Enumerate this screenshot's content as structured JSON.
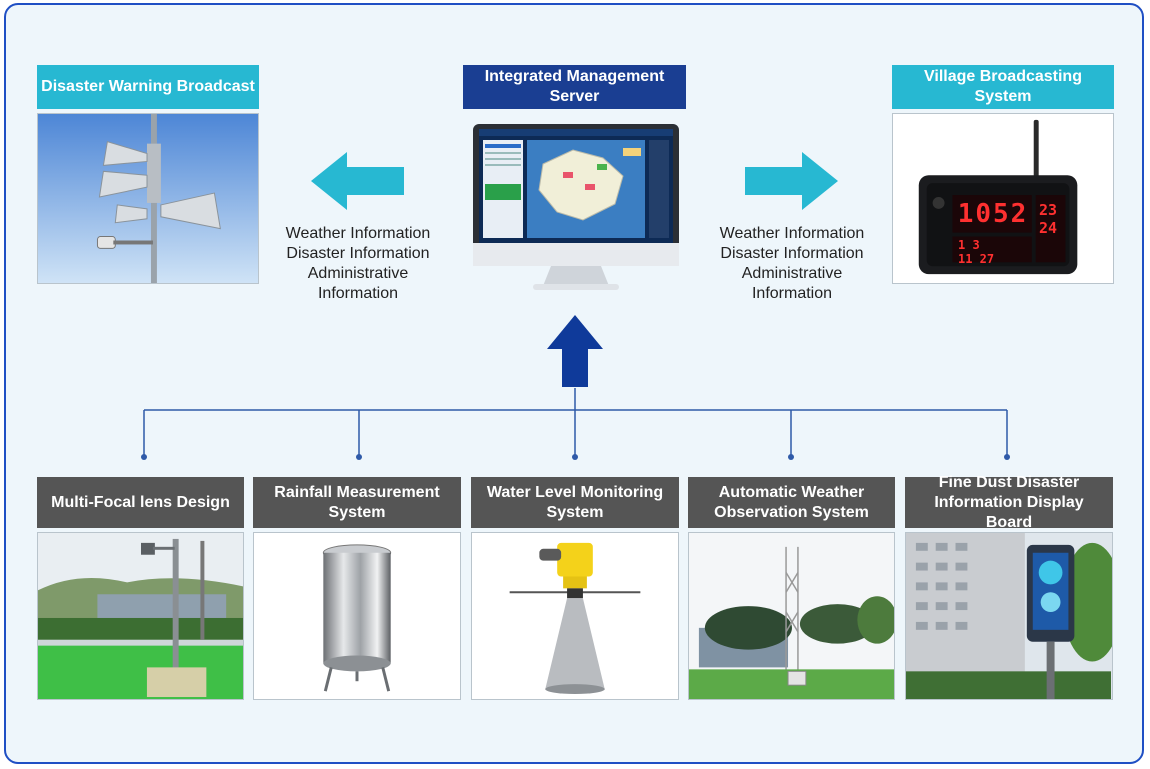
{
  "top": {
    "left_label": "Disaster Warning Broadcast",
    "center_label": "Integrated Management Server",
    "right_label": "Village Broadcasting System"
  },
  "info_left": [
    "Weather Information",
    "Disaster Information",
    "Administrative",
    "Information"
  ],
  "info_right": [
    "Weather Information",
    "Disaster Information",
    "Administrative",
    "Information"
  ],
  "bottom": [
    {
      "label": "Multi-Focal lens Design"
    },
    {
      "label": "Rainfall Measurement System"
    },
    {
      "label": "Water Level Monitoring System"
    },
    {
      "label": "Automatic Weather Observation System"
    },
    {
      "label": "Fine Dust Disaster Information Display Board"
    }
  ],
  "display": {
    "time": "1052",
    "temp1": "23",
    "temp2": "24",
    "date1": "1 3",
    "date2": "11 27"
  },
  "colors": {
    "cyan": "#27b8d2",
    "navy": "#1a3e92",
    "gray": "#555555",
    "arrow_cyan": "#27b8d2",
    "arrow_navy": "#0f3a9a",
    "line": "#2f5aa8"
  }
}
